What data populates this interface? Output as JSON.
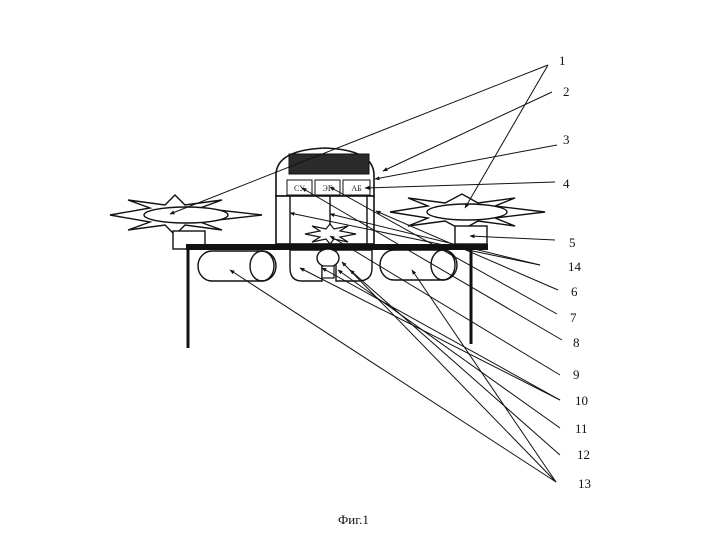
{
  "caption": "Фиг.1",
  "blocks": {
    "su": "СУ",
    "eg": "ЭГ",
    "ab": "АБ"
  },
  "callouts": [
    "1",
    "2",
    "3",
    "4",
    "5",
    "14",
    "6",
    "7",
    "8",
    "9",
    "10",
    "11",
    "12",
    "13"
  ]
}
